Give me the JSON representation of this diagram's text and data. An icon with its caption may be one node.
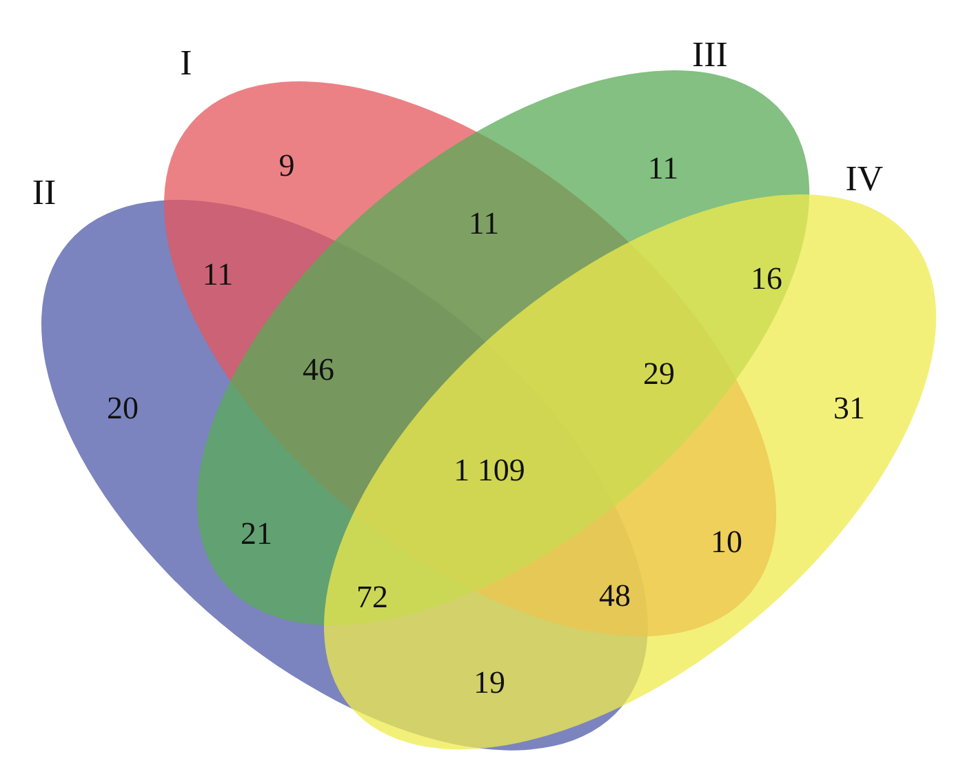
{
  "diagram": {
    "nodes": [
      {
        "text": [
          "I"
        ]
      },
      {
        "text": [
          "III"
        ]
      },
      {
        "text": [
          "II"
        ]
      },
      {
        "text": [
          "IV"
        ]
      }
    ],
    "edges": [],
    "labels": [
      "9",
      "11",
      "11",
      "11",
      "16",
      "46",
      "29",
      "20",
      "31",
      "1 109",
      "21",
      "10",
      "72",
      "48",
      "19"
    ]
  }
}
